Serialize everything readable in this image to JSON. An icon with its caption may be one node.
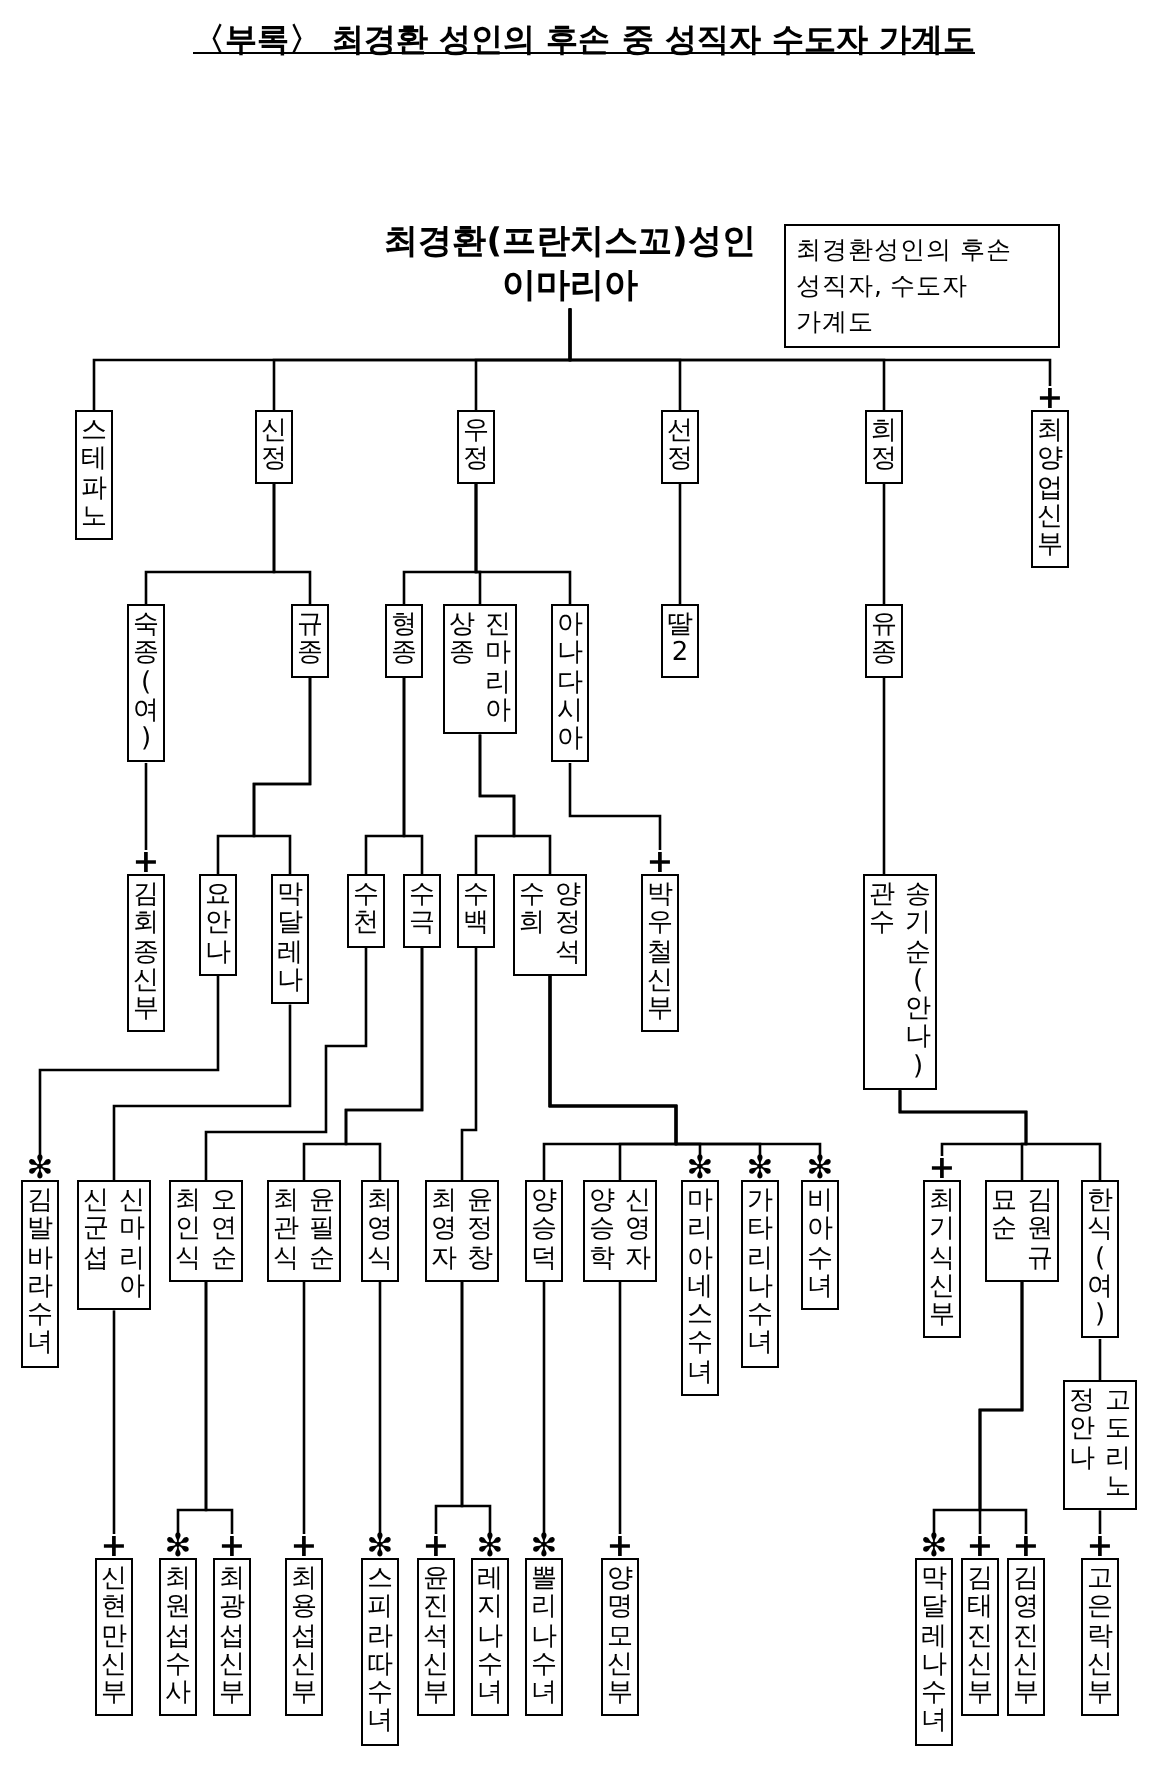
{
  "diagram": {
    "title": "〈부록〉 최경환 성인의 후손 중 성직자 수도자 가계도",
    "nodes": [
      {
        "text": [
          "최경환(프란치스꼬)성인",
          "이마리아"
        ]
      },
      {
        "text": [
          "최경환성인의 후손 성직자, 수도자 가계도"
        ]
      },
      {
        "text": [
          "스테파노"
        ]
      },
      {
        "text": [
          "신정"
        ]
      },
      {
        "text": [
          "우정"
        ]
      },
      {
        "text": [
          "선정"
        ]
      },
      {
        "text": [
          "희정"
        ]
      },
      {
        "text": [
          "최양업신부"
        ],
        "beside": [
          "+"
        ]
      },
      {
        "text": [
          "숙종(여)"
        ]
      },
      {
        "text": [
          "규종"
        ]
      },
      {
        "text": [
          "형종"
        ]
      },
      {
        "text": [
          "상종",
          "진마리아"
        ]
      },
      {
        "text": [
          "아나다시아"
        ]
      },
      {
        "text": [
          "딸2"
        ]
      },
      {
        "text": [
          "유종"
        ]
      },
      {
        "text": [
          "김회종신부"
        ],
        "beside": [
          "+"
        ]
      },
      {
        "text": [
          "요안나"
        ]
      },
      {
        "text": [
          "막달레나"
        ]
      },
      {
        "text": [
          "수천"
        ]
      },
      {
        "text": [
          "수극"
        ]
      },
      {
        "text": [
          "수백"
        ]
      },
      {
        "text": [
          "수희",
          "양정석"
        ]
      },
      {
        "text": [
          "박우철신부"
        ],
        "beside": [
          "+"
        ]
      },
      {
        "text": [
          "관수",
          "송기순(안나)"
        ]
      },
      {
        "text": [
          "김발바라수녀"
        ],
        "beside": [
          "✻"
        ]
      },
      {
        "text": [
          "신군섭",
          "신마리아"
        ]
      },
      {
        "text": [
          "최인식",
          "오연순"
        ]
      },
      {
        "text": [
          "최관식",
          "윤필순"
        ]
      },
      {
        "text": [
          "최영식"
        ]
      },
      {
        "text": [
          "최영자",
          "윤정창"
        ]
      },
      {
        "text": [
          "양승덕"
        ]
      },
      {
        "text": [
          "양승학",
          "신영자"
        ]
      },
      {
        "text": [
          "마리아네스수녀"
        ],
        "beside": [
          "✻"
        ]
      },
      {
        "text": [
          "가타리나수녀"
        ],
        "beside": [
          "✻"
        ]
      },
      {
        "text": [
          "비아수녀"
        ],
        "beside": [
          "✻"
        ]
      },
      {
        "text": [
          "최기식신부"
        ],
        "beside": [
          "+"
        ]
      },
      {
        "text": [
          "묘순",
          "김원규"
        ]
      },
      {
        "text": [
          "한식(여)"
        ]
      },
      {
        "text": [
          "정안나",
          "고도리노"
        ]
      },
      {
        "text": [
          "신현만신부"
        ],
        "beside": [
          "+"
        ]
      },
      {
        "text": [
          "최원섭수사"
        ],
        "beside": [
          "✻"
        ]
      },
      {
        "text": [
          "최광섭신부"
        ],
        "beside": [
          "+"
        ]
      },
      {
        "text": [
          "최용섭신부"
        ],
        "beside": [
          "+"
        ]
      },
      {
        "text": [
          "스피라따수녀"
        ],
        "beside": [
          "✻"
        ]
      },
      {
        "text": [
          "윤진석신부"
        ],
        "beside": [
          "+"
        ]
      },
      {
        "text": [
          "레지나수녀"
        ],
        "beside": [
          "✻"
        ]
      },
      {
        "text": [
          "뽈리나수녀"
        ],
        "beside": [
          "✻"
        ]
      },
      {
        "text": [
          "양명모신부"
        ],
        "beside": [
          "+"
        ]
      },
      {
        "text": [
          "막달레나수녀"
        ],
        "beside": [
          "✻"
        ]
      },
      {
        "text": [
          "김태진신부"
        ],
        "beside": [
          "+"
        ]
      },
      {
        "text": [
          "김영진신부"
        ],
        "beside": [
          "+"
        ]
      },
      {
        "text": [
          "고은락신부"
        ],
        "beside": [
          "+"
        ]
      }
    ],
    "edges": [
      {
        "from": 0,
        "to": 2,
        "arrow": "none"
      },
      {
        "from": 0,
        "to": 3,
        "arrow": "none"
      },
      {
        "from": 0,
        "to": 4,
        "arrow": "none"
      },
      {
        "from": 0,
        "to": 5,
        "arrow": "none"
      },
      {
        "from": 0,
        "to": 6,
        "arrow": "none"
      },
      {
        "from": 0,
        "to": 7,
        "arrow": "none"
      },
      {
        "from": 3,
        "to": 8,
        "arrow": "none"
      },
      {
        "from": 3,
        "to": 9,
        "arrow": "none"
      },
      {
        "from": 4,
        "to": 10,
        "arrow": "none"
      },
      {
        "from": 4,
        "to": 11,
        "arrow": "none"
      },
      {
        "from": 4,
        "to": 12,
        "arrow": "none"
      },
      {
        "from": 5,
        "to": 13,
        "arrow": "none"
      },
      {
        "from": 6,
        "to": 14,
        "arrow": "none"
      },
      {
        "from": 8,
        "to": 15,
        "arrow": "none"
      },
      {
        "from": 9,
        "to": 16,
        "arrow": "none"
      },
      {
        "from": 9,
        "to": 17,
        "arrow": "none"
      },
      {
        "from": 10,
        "to": 18,
        "arrow": "none"
      },
      {
        "from": 10,
        "to": 19,
        "arrow": "none"
      },
      {
        "from": 11,
        "to": 20,
        "arrow": "none"
      },
      {
        "from": 11,
        "to": 21,
        "arrow": "none"
      },
      {
        "from": 12,
        "to": 22,
        "arrow": "none"
      },
      {
        "from": 14,
        "to": 23,
        "arrow": "none"
      },
      {
        "from": 16,
        "to": 24,
        "arrow": "none"
      },
      {
        "from": 17,
        "to": 25,
        "arrow": "none"
      },
      {
        "from": 18,
        "to": 26,
        "arrow": "none"
      },
      {
        "from": 19,
        "to": 27,
        "arrow": "none"
      },
      {
        "from": 19,
        "to": 28,
        "arrow": "none"
      },
      {
        "from": 20,
        "to": 29,
        "arrow": "none"
      },
      {
        "from": 21,
        "to": 30,
        "arrow": "none"
      },
      {
        "from": 21,
        "to": 31,
        "arrow": "none"
      },
      {
        "from": 21,
        "to": 32,
        "arrow": "none"
      },
      {
        "from": 21,
        "to": 33,
        "arrow": "none"
      },
      {
        "from": 21,
        "to": 34,
        "arrow": "none"
      },
      {
        "from": 23,
        "to": 35,
        "arrow": "none"
      },
      {
        "from": 23,
        "to": 36,
        "arrow": "none"
      },
      {
        "from": 23,
        "to": 37,
        "arrow": "none"
      },
      {
        "from": 37,
        "to": 38,
        "arrow": "none"
      },
      {
        "from": 25,
        "to": 39,
        "arrow": "none"
      },
      {
        "from": 26,
        "to": 40,
        "arrow": "none"
      },
      {
        "from": 26,
        "to": 41,
        "arrow": "none"
      },
      {
        "from": 27,
        "to": 42,
        "arrow": "none"
      },
      {
        "from": 28,
        "to": 43,
        "arrow": "none"
      },
      {
        "from": 29,
        "to": 44,
        "arrow": "none"
      },
      {
        "from": 29,
        "to": 45,
        "arrow": "none"
      },
      {
        "from": 30,
        "to": 46,
        "arrow": "none"
      },
      {
        "from": 31,
        "to": 47,
        "arrow": "none"
      },
      {
        "from": 36,
        "to": 48,
        "arrow": "none"
      },
      {
        "from": 36,
        "to": 49,
        "arrow": "none"
      },
      {
        "from": 36,
        "to": 50,
        "arrow": "none"
      },
      {
        "from": 38,
        "to": 51,
        "arrow": "none"
      }
    ]
  }
}
